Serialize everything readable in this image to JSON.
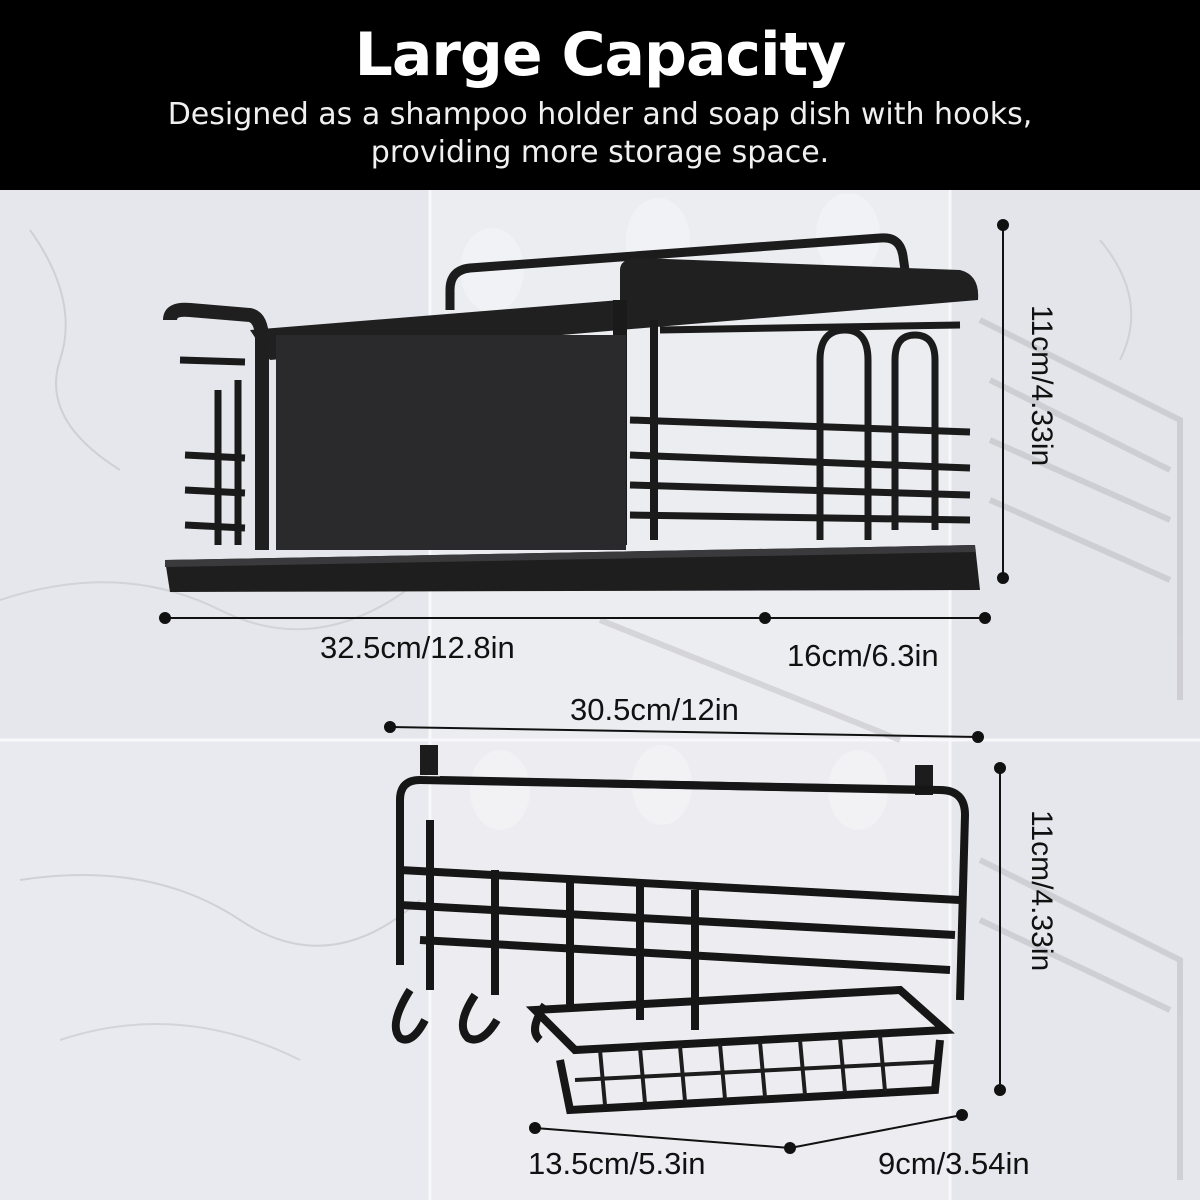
{
  "banner": {
    "title": "Large Capacity",
    "subtitle_line1": "Designed as a shampoo holder and soap dish with hooks,",
    "subtitle_line2": "providing more storage space."
  },
  "dimensions": {
    "top_width": "32.5cm/12.8in",
    "top_depth": "16cm/6.3in",
    "top_height": "11cm/4.33in",
    "bottom_width": "30.5cm/12in",
    "bottom_height": "11cm/4.33in",
    "basket_width": "13.5cm/5.3in",
    "basket_depth": "9cm/3.54in"
  },
  "colors": {
    "banner_bg": "#000000",
    "banner_text": "#ffffff",
    "rack_color": "#1a1a1a",
    "wall_tile": "#e9eaef"
  }
}
